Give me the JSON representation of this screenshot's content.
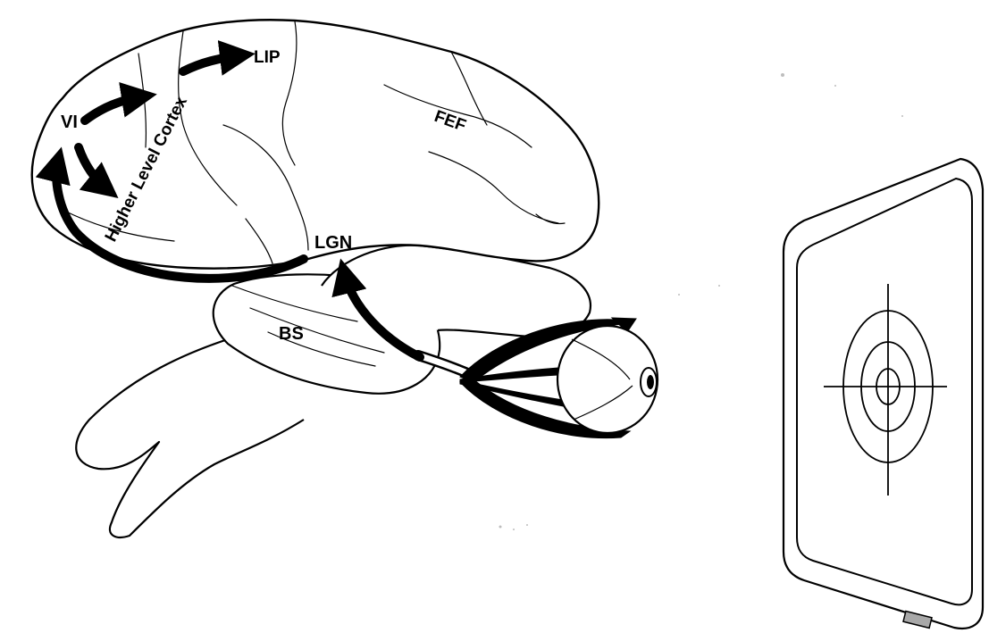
{
  "labels": {
    "v1": "VI",
    "higher_level_cortex": "Higher Level Cortex",
    "lip": "LIP",
    "fef": "FEF",
    "lgn": "LGN",
    "bs": "BS"
  }
}
